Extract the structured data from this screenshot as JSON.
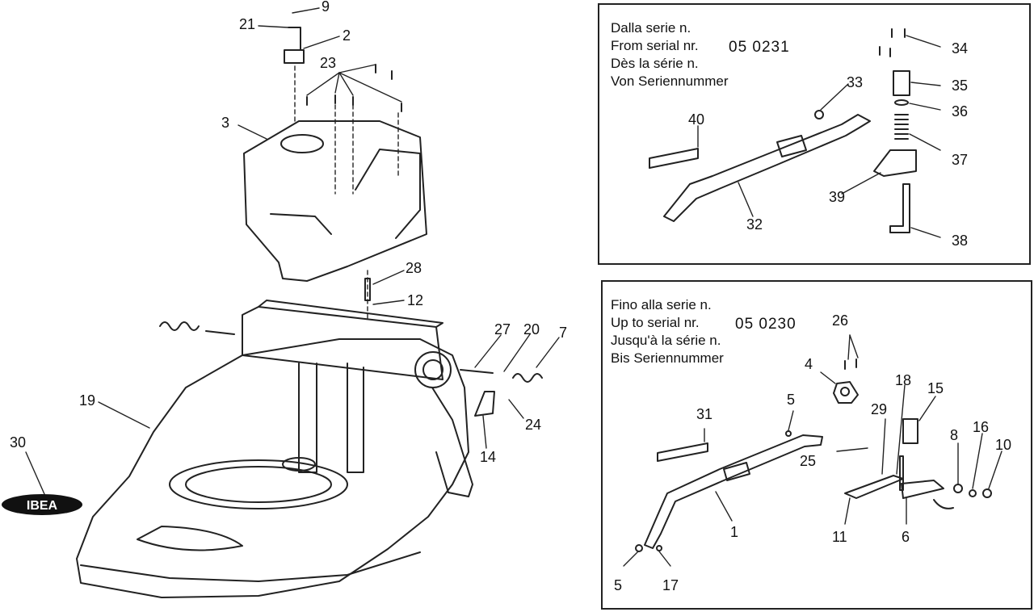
{
  "top_panel": {
    "lines": [
      "Dalla serie n.",
      "From serial nr.",
      "Dès la série n.",
      "Von Seriennummer"
    ],
    "serial": "05 0231"
  },
  "bottom_panel": {
    "lines": [
      "Fino alla serie n.",
      "Up to serial nr.",
      "Jusqu'à la série n.",
      "Bis Seriennummer"
    ],
    "serial": "05 0230"
  },
  "callouts": {
    "main": [
      "9",
      "21",
      "2",
      "23",
      "3",
      "28",
      "12",
      "27",
      "20",
      "7",
      "24",
      "14",
      "19",
      "30"
    ],
    "top_panel": [
      "33",
      "34",
      "35",
      "36",
      "37",
      "39",
      "40",
      "32",
      "38"
    ],
    "bottom_panel": [
      "26",
      "4",
      "18",
      "15",
      "5",
      "31",
      "29",
      "8",
      "16",
      "10",
      "25",
      "1",
      "11",
      "6",
      "5",
      "17"
    ]
  },
  "logo_text": "IBEA"
}
